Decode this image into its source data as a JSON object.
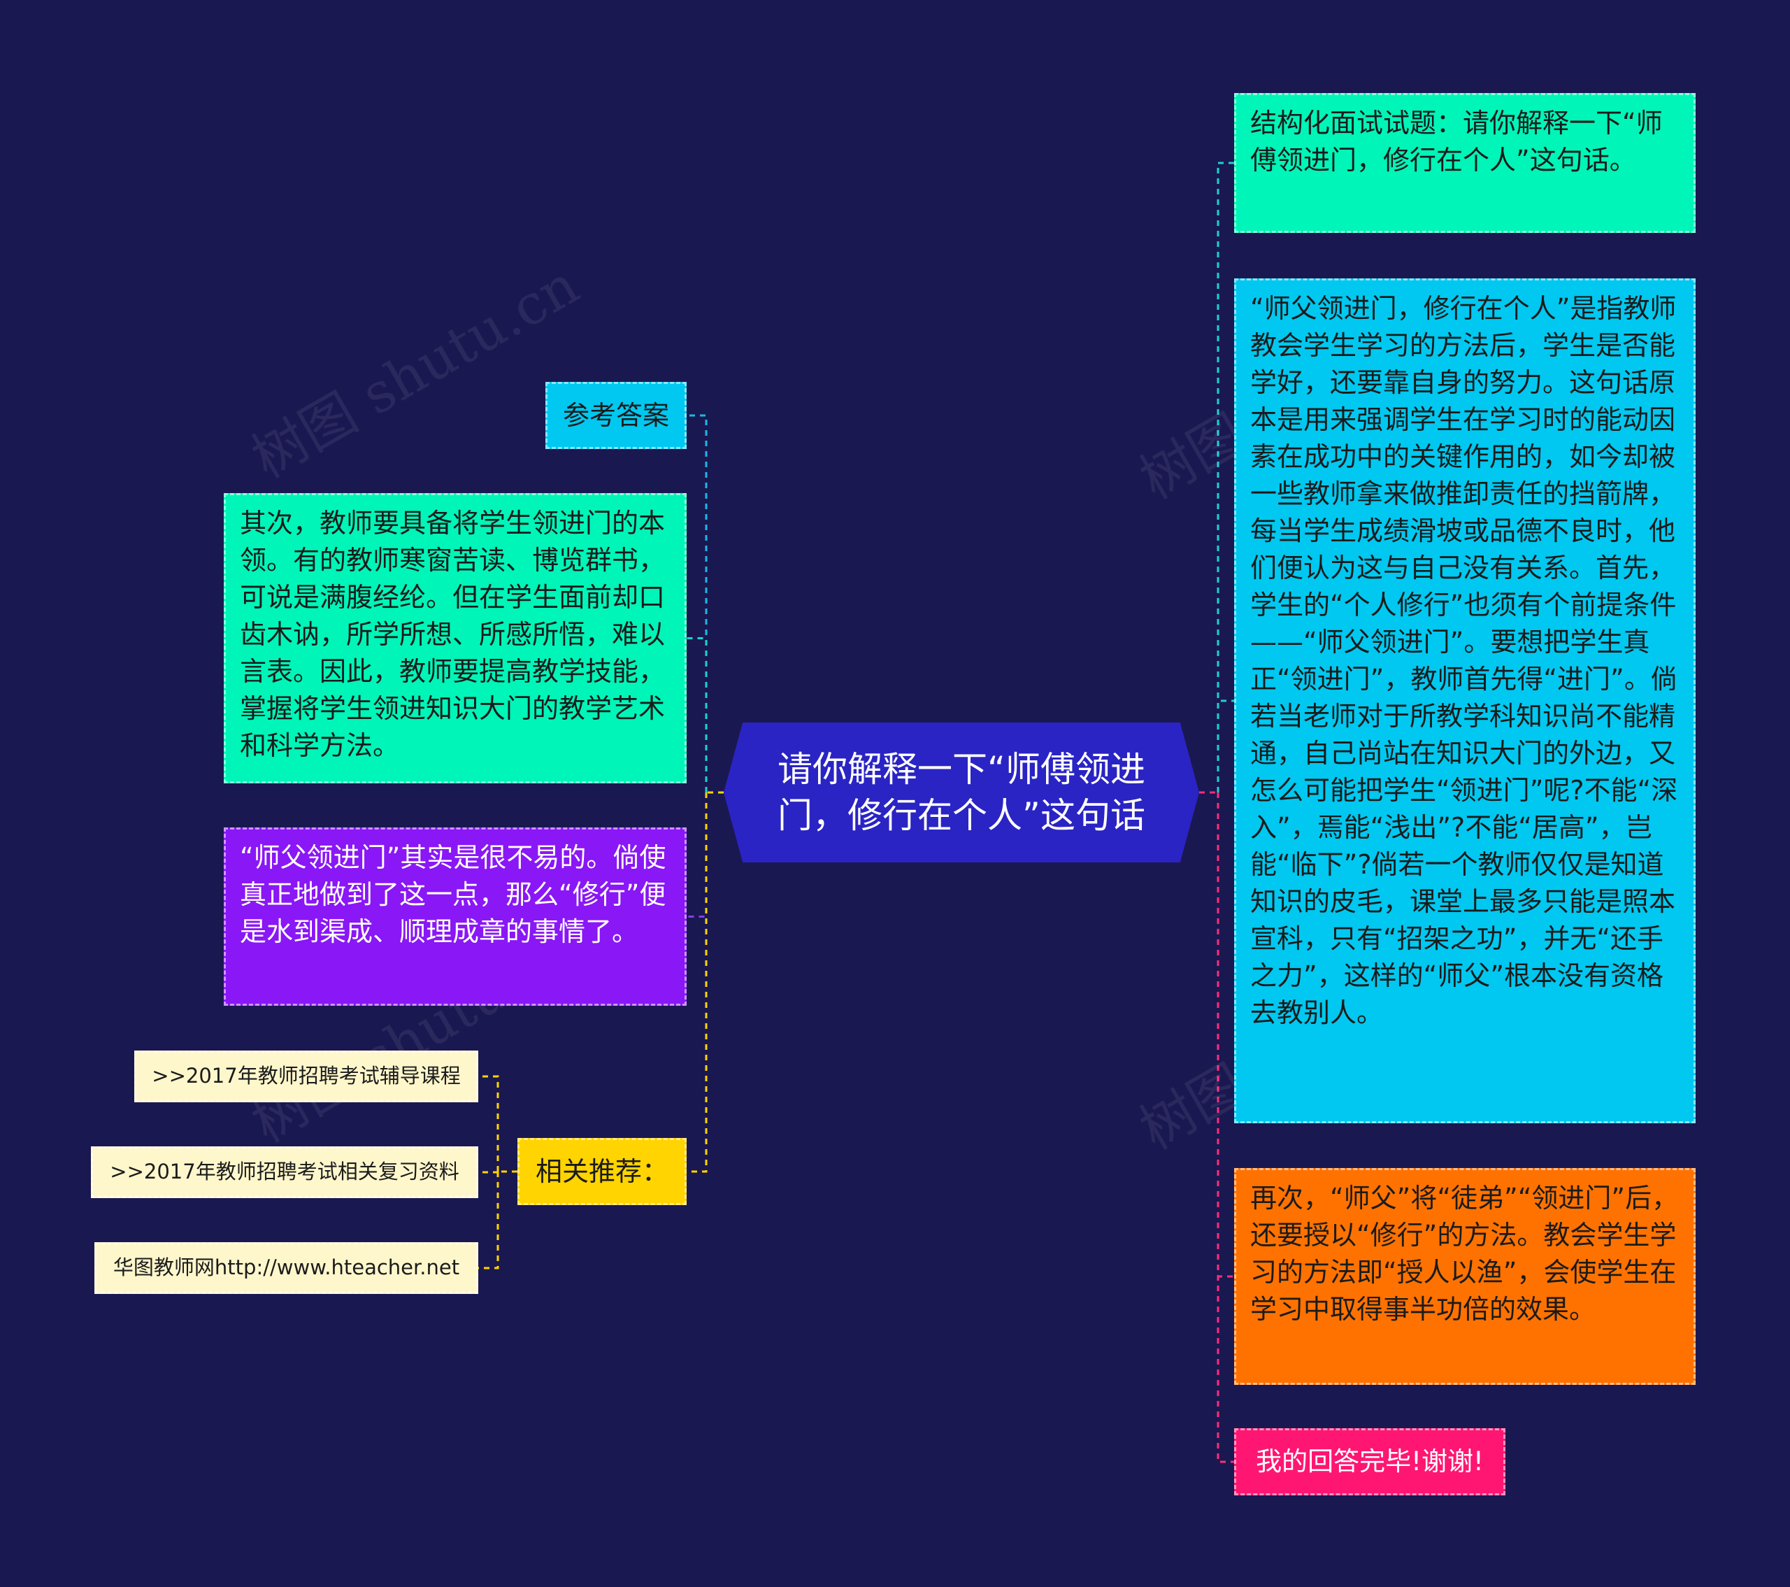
{
  "center": {
    "text": "请你解释一下“师傅领进门，修行在个人”这句话",
    "color": "#2a24c4"
  },
  "right": [
    {
      "id": "r1",
      "text": "结构化面试试题：请你解释一下“师傅领进门，修行在个人”这句话。",
      "color": "#00f5b8",
      "link": "#19d3d3"
    },
    {
      "id": "r2",
      "text": "“师父领进门，修行在个人”是指教师教会学生学习的方法后，学生是否能学好，还要靠自身的努力。这句话原本是用来强调学生在学习时的能动因素在成功中的关键作用的，如今却被一些教师拿来做推卸责任的挡箭牌，每当学生成绩滑坡或品德不良时，他们便认为这与自己没有关系。首先，学生的“个人修行”也须有个前提条件——“师父领进门”。要想把学生真正“领进门”，教师首先得“进门”。倘若当老师对于所教学科知识尚不能精通，自己尚站在知识大门的外边，又怎么可能把学生“领进门”呢?不能“深入”，焉能“浅出”?不能“居高”，岂能“临下”?倘若一个教师仅仅是知道知识的皮毛，课堂上最多只能是照本宣科，只有“招架之功”，并无“还手之力”，这样的“师父”根本没有资格去教别人。",
      "color": "#00c8f0",
      "link": "#19d3d3"
    },
    {
      "id": "r3",
      "text": "再次，“师父”将“徒弟”“领进门”后，还要授以“修行”的方法。教会学生学习的方法即“授人以渔”，会使学生在学习中取得事半功倍的效果。",
      "color": "#ff7200",
      "link": "#ff2d7a"
    },
    {
      "id": "r4",
      "text": "我的回答完毕!谢谢!",
      "color": "#ff1672",
      "link": "#ff2d7a"
    }
  ],
  "left": [
    {
      "id": "l1",
      "text": "参考答案",
      "color": "#00c8f0",
      "link": "#19b8e8"
    },
    {
      "id": "l2",
      "text": "其次，教师要具备将学生领进门的本领。有的教师寒窗苦读、博览群书，可说是满腹经纶。但在学生面前却口齿木讷，所学所想、所感所悟，难以言表。因此，教师要提高教学技能，掌握将学生领进知识大门的教学艺术和科学方法。",
      "color": "#00f5b8",
      "link": "#19d3d3"
    },
    {
      "id": "l3",
      "text": "“师父领进门”其实是很不易的。倘使真正地做到了这一点，那么“修行”便是水到渠成、顺理成章的事情了。",
      "color": "#8a17f5",
      "link": "#8a3cf0"
    },
    {
      "id": "l4",
      "text": "相关推荐：",
      "color": "#ffd400",
      "link": "#ffd400",
      "children": [
        {
          "id": "c1",
          "text": ">>2017年教师招聘考试辅导课程",
          "color": "#fff7cc"
        },
        {
          "id": "c2",
          "text": ">>2017年教师招聘考试相关复习资料",
          "color": "#fff7cc"
        },
        {
          "id": "c3",
          "text": "华图教师网http://www.hteacher.net",
          "color": "#fff7cc"
        }
      ]
    }
  ],
  "watermark": "树图 shutu.cn"
}
